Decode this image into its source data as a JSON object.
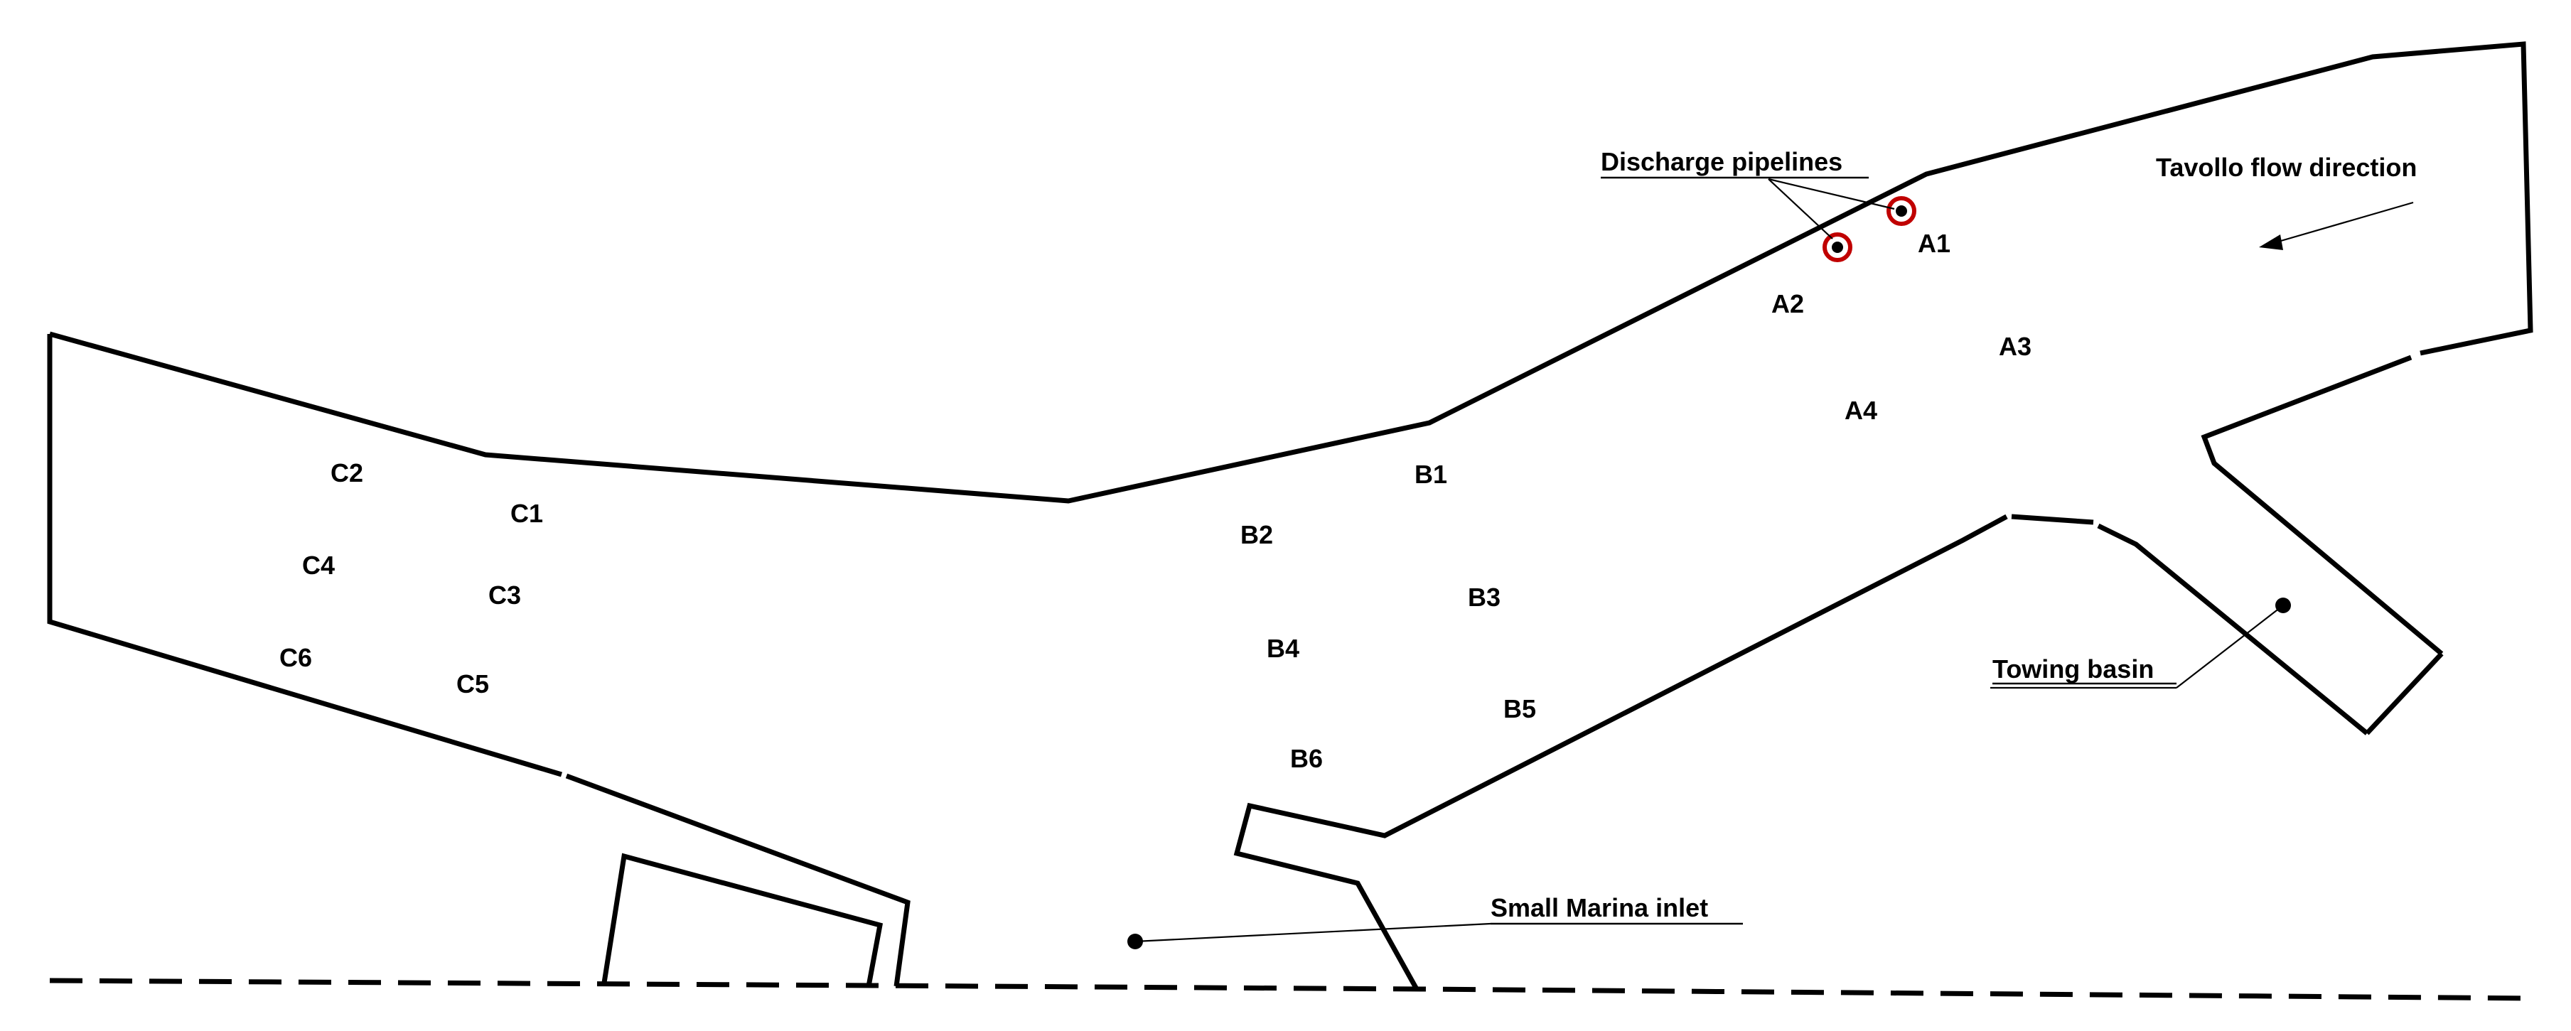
{
  "labels": {
    "discharge_pipelines": "Discharge pipelines",
    "flow_direction": "Tavollo flow direction",
    "towing_basin": "Towing basin",
    "small_marina_inlet": "Small Marina inlet"
  },
  "stations": {
    "A1": "A1",
    "A2": "A2",
    "A3": "A3",
    "A4": "A4",
    "B1": "B1",
    "B2": "B2",
    "B3": "B3",
    "B4": "B4",
    "B5": "B5",
    "B6": "B6",
    "C1": "C1",
    "C2": "C2",
    "C3": "C3",
    "C4": "C4",
    "C5": "C5",
    "C6": "C6"
  },
  "colors": {
    "outline": "#000000",
    "pipeline_marker": "#c00000",
    "background": "#ffffff"
  }
}
